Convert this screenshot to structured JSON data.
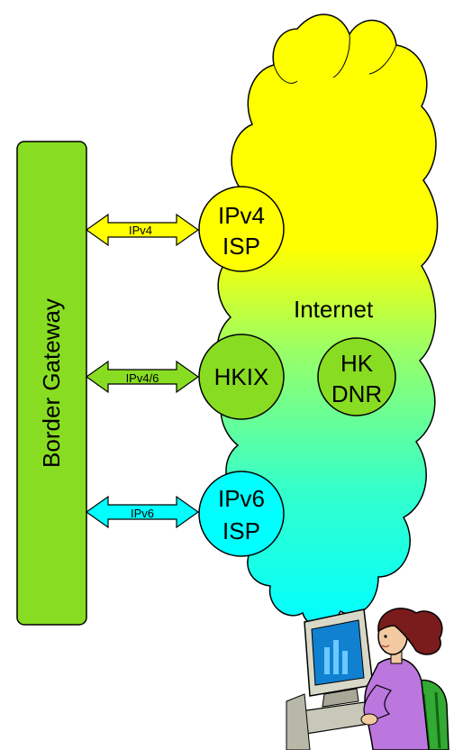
{
  "gateway": {
    "label": "Border Gateway",
    "color": "#88dd22"
  },
  "cloud": {
    "label": "Internet",
    "gradient": [
      "#ffff00",
      "#99ff66",
      "#00ffff"
    ]
  },
  "nodes": [
    {
      "id": "ipv4-isp",
      "line1": "IPv4",
      "line2": "ISP",
      "color": "#ffff00"
    },
    {
      "id": "hkix",
      "line1": "HKIX",
      "line2": "",
      "color": "#88dd22"
    },
    {
      "id": "hk-dnr",
      "line1": "HK",
      "line2": "DNR",
      "color": "#88dd22"
    },
    {
      "id": "ipv6-isp",
      "line1": "IPv6",
      "line2": "ISP",
      "color": "#00ffff"
    }
  ],
  "links": [
    {
      "label": "IPv4",
      "color": "#ffff00"
    },
    {
      "label": "IPv4/6",
      "color": "#88dd22"
    },
    {
      "label": "IPv6",
      "color": "#00ffff"
    }
  ],
  "user": {
    "icon": "user-at-computer-icon"
  }
}
